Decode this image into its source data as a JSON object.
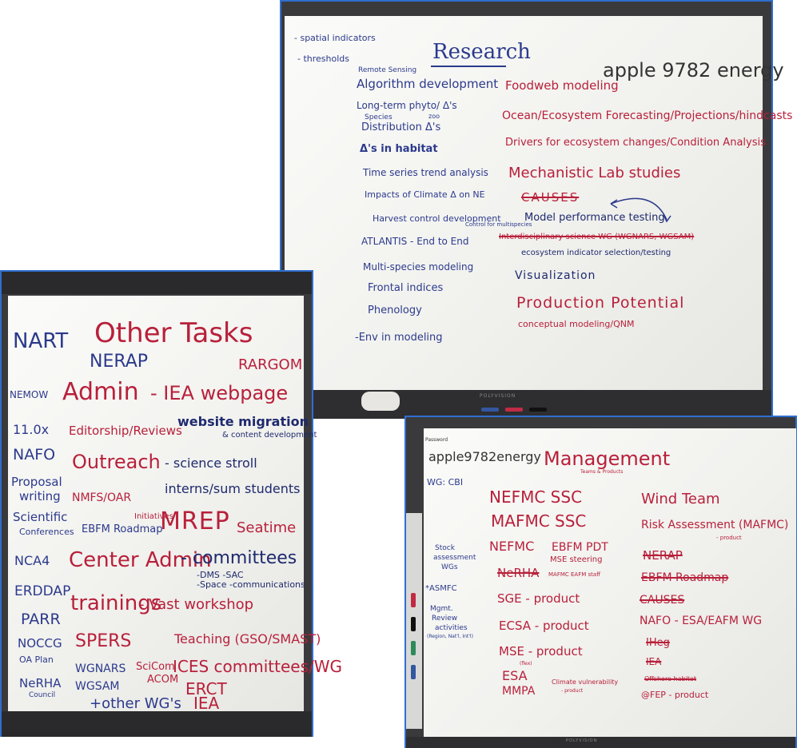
{
  "research_board": {
    "title": "Research",
    "password": "apple 9782 energy",
    "left_notes": [
      "- spatial indicators",
      "- thresholds"
    ],
    "blue_items": [
      "Remote Sensing",
      "Algorithm development",
      "Long-term phyto/ Δ's",
      "zoo",
      "Species",
      "Distribution Δ's",
      "Δ's in habitat",
      "Time series trend analysis",
      "Impacts of Climate Δ on NE",
      "Harvest control development",
      "Control for multispecies",
      "ATLANTIS - End to End",
      "Multi-species modeling",
      "Frontal indices",
      "Phenology",
      "-Env in modeling"
    ],
    "red_items": [
      "Foodweb modeling",
      "Ocean/Ecosystem Forecasting/Projections/hindcasts",
      "Drivers for ecosystem changes/Condition Analysis",
      "Mechanistic Lab studies",
      "CAUSES",
      "Model performance testing",
      "Interdisciplinary science WG (WGNARS, WGSAM)",
      "ecosystem indicator selection/testing",
      "Visualization",
      "Production Potential",
      "conceptual modeling/QNM"
    ],
    "brand": "POLYVISION"
  },
  "other_tasks_board": {
    "title": "Other Tasks",
    "items_blue": [
      "NART",
      "NERAP",
      "NEMOW",
      "Admin",
      "- IEA webpage",
      "Outreach",
      "- science stroll",
      "interns/sum students",
      "MREP",
      "Center Admin",
      "- committees",
      "trainings",
      "- Vast workshop",
      "SPERS",
      "WGNARS",
      "WGSAM",
      "+other WG's",
      "EBFM Roadmap"
    ],
    "items_red": [
      "RARGOM",
      "Editorship/Reviews",
      "NMFS/OAR",
      "Initiatives",
      "Seatime",
      "Teaching (GSO/SMAST)",
      "SciCom",
      "ICES committees/WG",
      "ACOM",
      "ERCT",
      "IEA"
    ],
    "items_navy": [
      "website migration",
      "& content development",
      "-DMS  -SAC",
      "-Space  -communications"
    ],
    "left_column": [
      "11.0x",
      "NAFO",
      "Proposal",
      "writing",
      "Scientific",
      "Conferences",
      "NCA4",
      "ERDDAP",
      "PARR",
      "NOCCG",
      "OA Plan",
      "NeRHA",
      "Council"
    ]
  },
  "management_board": {
    "title": "Management",
    "subtitle": "Teams & Products",
    "password_label": "Password",
    "password": "apple9782energy",
    "left_notes": [
      "WG: CBI",
      "Stock",
      "assessment",
      "WGs",
      "*ASMFC",
      "Mgmt.",
      "Review",
      "activities",
      "(Region, Nat'l, Int'l)"
    ],
    "center_items": [
      "NEFMC SSC",
      "MAFMC SSC",
      "NEFMC",
      "EBFM PDT",
      "MSE steering",
      "NeRHA",
      "MAFMC EAFM staff",
      "SGE - product",
      "ECSA - product",
      "MSE - product",
      "(flex)",
      "ESA",
      "MMPA",
      "Climate vulnerability",
      "- product"
    ],
    "right_items": [
      "Wind Team",
      "Risk Assessment (MAFMC)",
      "- product",
      "NERAP",
      "EBFM Roadmap",
      "CAUSES",
      "NAFO - ESA/EAFM WG",
      "IHeg",
      "IEA",
      "Offshore habitat",
      "@FEP - product"
    ],
    "brand": "POLYVISION"
  },
  "colors": {
    "blue_ink": "#2c3a8c",
    "red_ink": "#b8203a",
    "frame": "#2f6fd0"
  }
}
